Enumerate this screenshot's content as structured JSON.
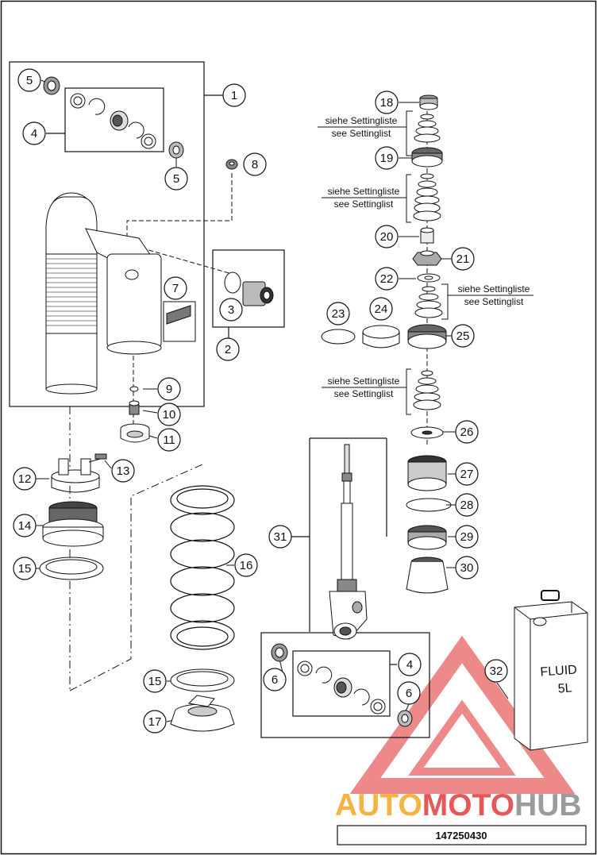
{
  "diagram_id": "147250430",
  "settinglist": {
    "de": "siehe Settingliste",
    "en": "see Settinglist"
  },
  "callouts": [
    {
      "id": "c1",
      "label": "1"
    },
    {
      "id": "c2",
      "label": "2"
    },
    {
      "id": "c3",
      "label": "3"
    },
    {
      "id": "c4a",
      "label": "4"
    },
    {
      "id": "c4b",
      "label": "4"
    },
    {
      "id": "c5a",
      "label": "5"
    },
    {
      "id": "c5b",
      "label": "5"
    },
    {
      "id": "c6a",
      "label": "6"
    },
    {
      "id": "c6b",
      "label": "6"
    },
    {
      "id": "c7",
      "label": "7"
    },
    {
      "id": "c8",
      "label": "8"
    },
    {
      "id": "c9",
      "label": "9"
    },
    {
      "id": "c10",
      "label": "10"
    },
    {
      "id": "c11",
      "label": "11"
    },
    {
      "id": "c12",
      "label": "12"
    },
    {
      "id": "c13",
      "label": "13"
    },
    {
      "id": "c14",
      "label": "14"
    },
    {
      "id": "c15a",
      "label": "15"
    },
    {
      "id": "c15b",
      "label": "15"
    },
    {
      "id": "c16",
      "label": "16"
    },
    {
      "id": "c17",
      "label": "17"
    },
    {
      "id": "c18",
      "label": "18"
    },
    {
      "id": "c19",
      "label": "19"
    },
    {
      "id": "c20",
      "label": "20"
    },
    {
      "id": "c21",
      "label": "21"
    },
    {
      "id": "c22",
      "label": "22"
    },
    {
      "id": "c23",
      "label": "23"
    },
    {
      "id": "c24",
      "label": "24"
    },
    {
      "id": "c25",
      "label": "25"
    },
    {
      "id": "c26",
      "label": "26"
    },
    {
      "id": "c27",
      "label": "27"
    },
    {
      "id": "c28",
      "label": "28"
    },
    {
      "id": "c29",
      "label": "29"
    },
    {
      "id": "c30",
      "label": "30"
    },
    {
      "id": "c31",
      "label": "31"
    },
    {
      "id": "c32",
      "label": "32"
    }
  ],
  "fluid_can": {
    "line1": "FLUID",
    "line2": "5L"
  },
  "watermark": {
    "part1": "AUTO",
    "part2": "MOTO",
    "part3": "HUB"
  },
  "colors": {
    "line": "#111111",
    "watermark_red": "#e23b3b",
    "watermark_orange": "#f5a623",
    "watermark_gray": "#8a8a8a"
  }
}
